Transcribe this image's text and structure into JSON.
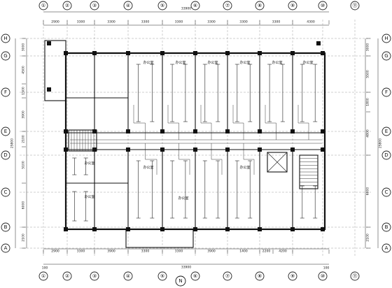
{
  "drawing": {
    "title": "",
    "stroke_color": "#111111",
    "background": "#ffffff"
  },
  "axes_top": [
    "①",
    "②",
    "③",
    "④",
    "⑤",
    "⑥",
    "⑦",
    "⑧",
    "⑨",
    "⑩",
    "⑪"
  ],
  "axes_bottom": [
    "①",
    "②",
    "③",
    "④",
    "⑤",
    "⑥",
    "⑦",
    "⑧",
    "⑨",
    "⑩",
    "⑪"
  ],
  "axes_left": [
    "H",
    "G",
    "F",
    "E",
    "D",
    "C",
    "B",
    "A"
  ],
  "axes_right": [
    "H",
    "G",
    "F",
    "E",
    "D",
    "C",
    "B",
    "A"
  ],
  "dims_top": {
    "total": "33900",
    "segments": [
      "2900",
      "3300",
      "3300",
      "3300",
      "3300",
      "3300",
      "3300",
      "3300",
      "4300"
    ],
    "left_offset": "100"
  },
  "dims_bottom": {
    "total": "33900",
    "segments": [
      "2900",
      "3300",
      "3900",
      "3300",
      "3300",
      "3900",
      "1400",
      "2200",
      "4200"
    ],
    "left_offset": "100",
    "right_offset": "100"
  },
  "dims_left": {
    "total": "25800",
    "segments": [
      "3000",
      "4500",
      "1500",
      "3900",
      "2100",
      "5100",
      "6000",
      "2100"
    ]
  },
  "dims_right": {
    "total": "25800",
    "segments": [
      "3000",
      "5500",
      "1800",
      "4800",
      "6000",
      "2100"
    ]
  },
  "room_label": "办公室",
  "north_symbol": "N"
}
